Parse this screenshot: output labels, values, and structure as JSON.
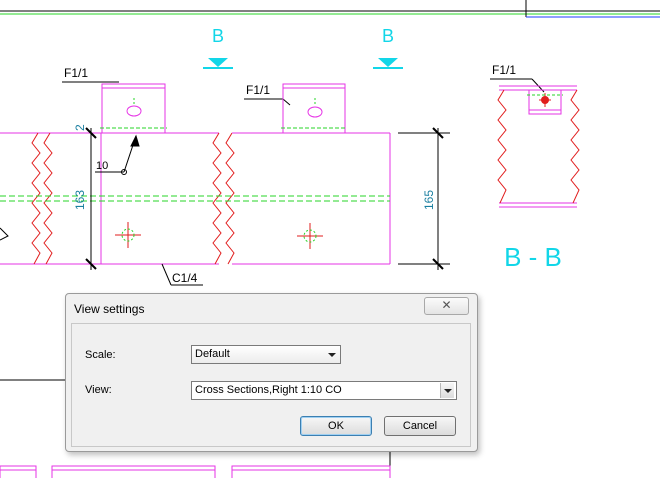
{
  "drawing": {
    "labels": {
      "section_mark_left": "B",
      "section_mark_right": "B",
      "plate_label_left": "F1/1",
      "plate_label_mid": "F1/1",
      "plate_label_right": "F1/1",
      "dim_small": "2",
      "weld_size": "10",
      "dim_left": "163",
      "dim_right": "165",
      "weld_label": "C1/4",
      "section_title": "B - B"
    },
    "colors": {
      "magenta": "#e633e6",
      "cyan": "#12d6e8",
      "red": "#e11d1d",
      "green": "#27d427",
      "dimension": "#1a7fa0"
    }
  },
  "dialog": {
    "title": "View settings",
    "close_label": "✕",
    "scale_label": "Scale:",
    "scale_value": "Default",
    "view_label": "View:",
    "view_value": "Cross Sections,Right 1:10 CO",
    "ok_label": "OK",
    "cancel_label": "Cancel"
  }
}
